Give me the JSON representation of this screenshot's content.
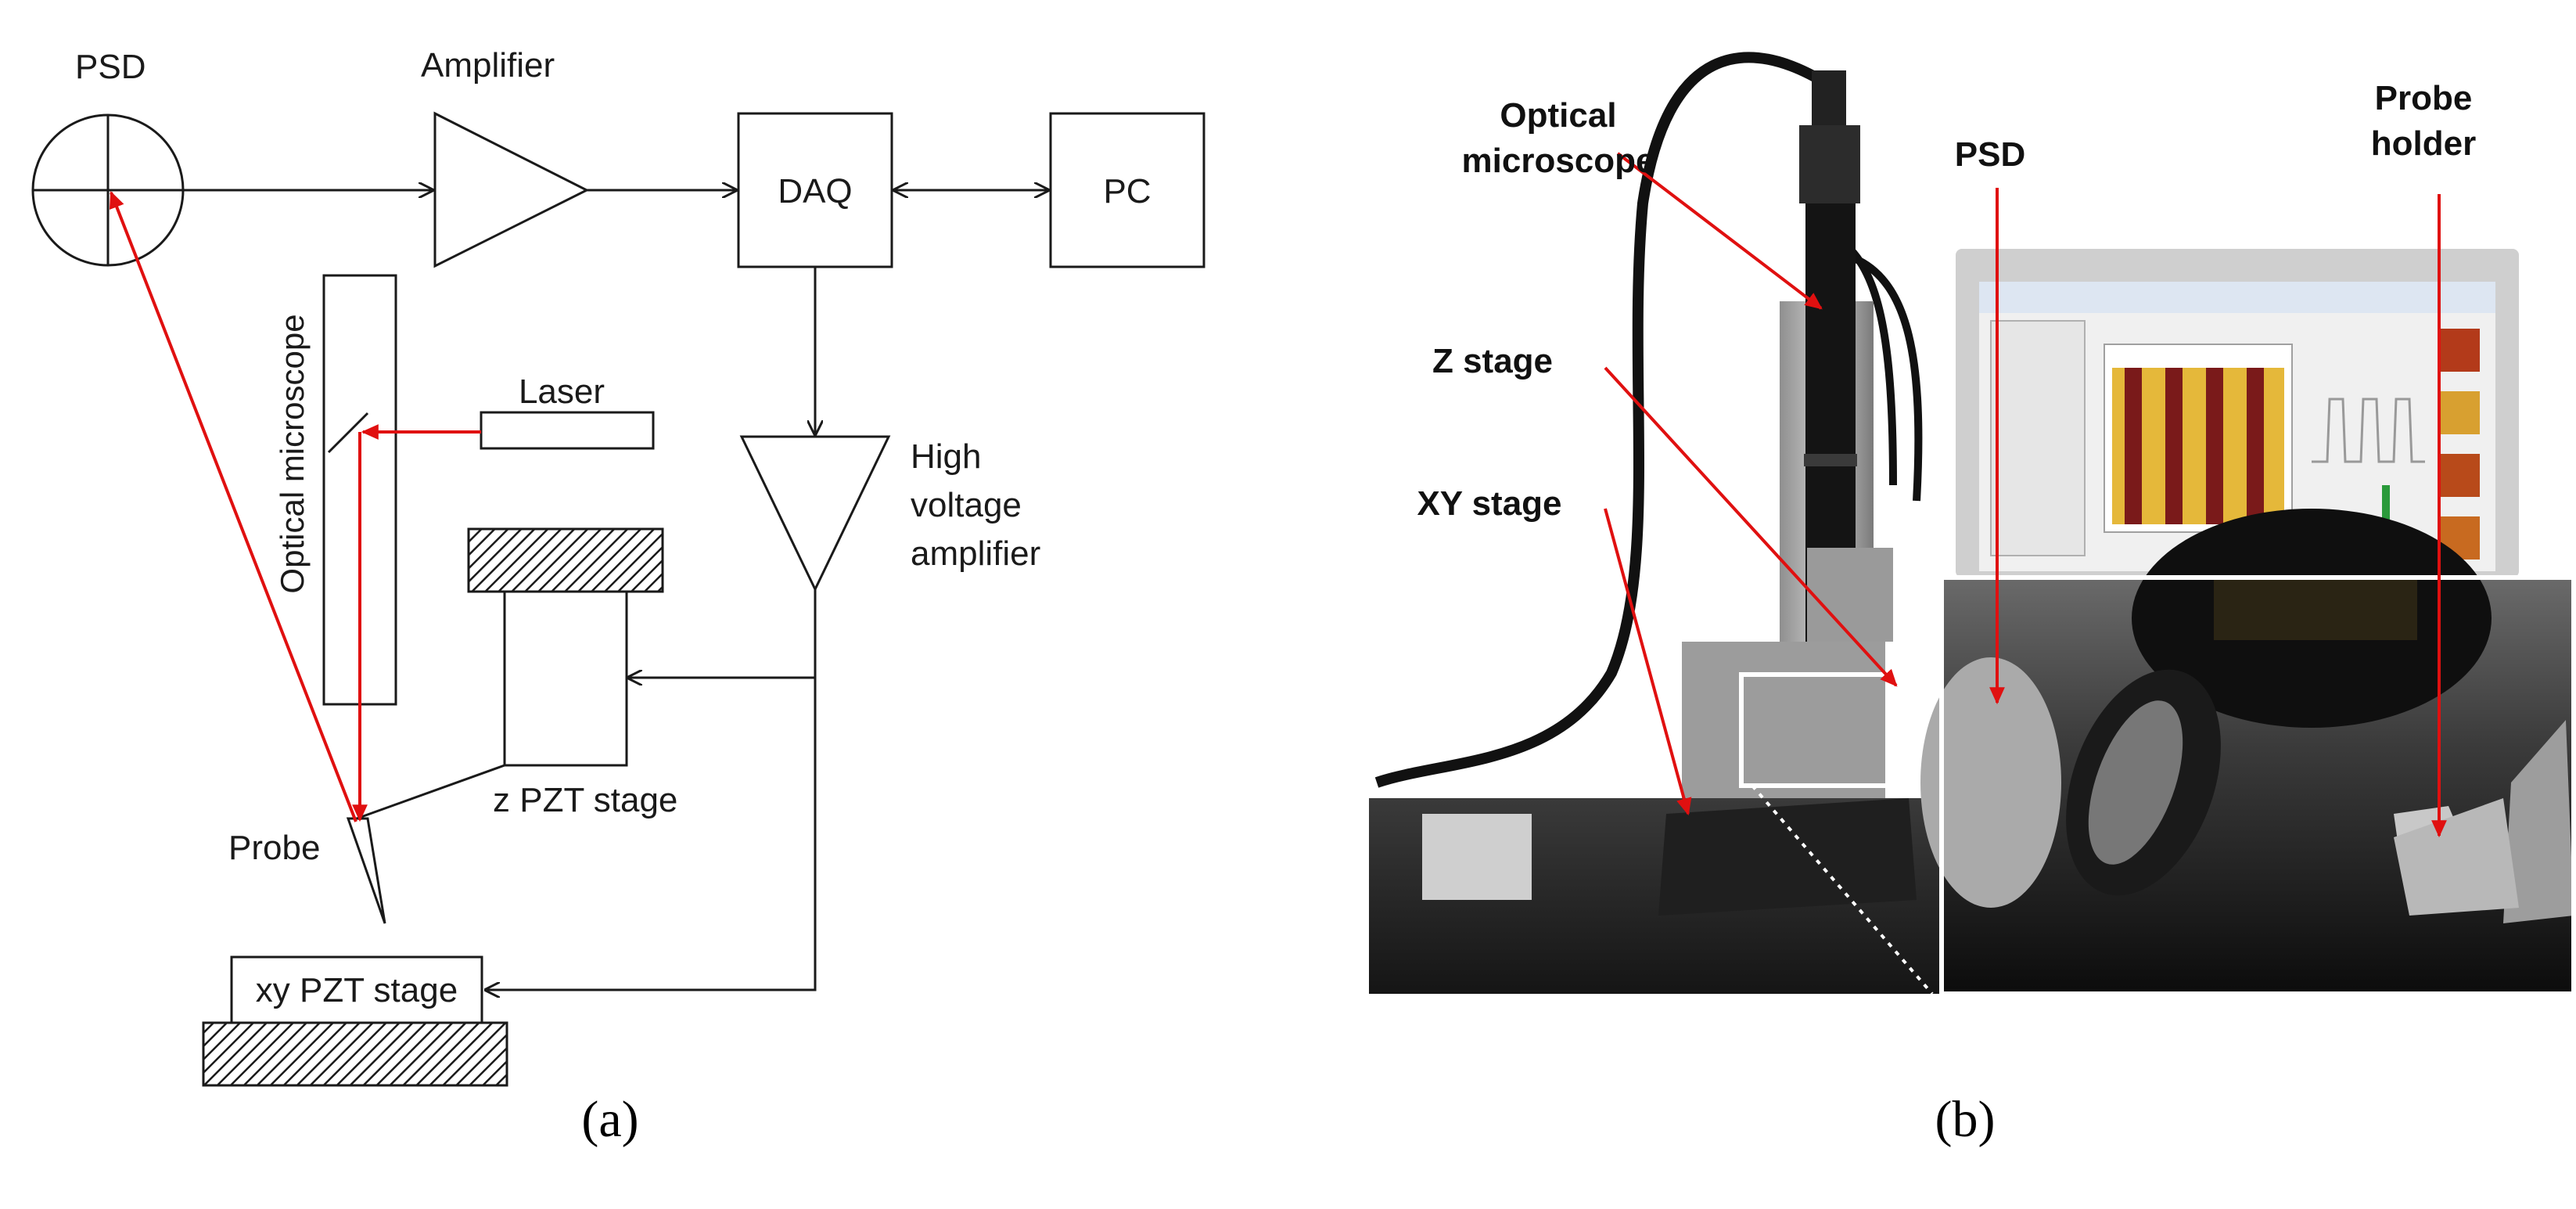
{
  "panel_a": {
    "psd": "PSD",
    "amplifier": "Amplifier",
    "daq": "DAQ",
    "pc": "PC",
    "optical_microscope": "Optical microscope",
    "laser": "Laser",
    "high_voltage_amplifier": [
      "High",
      "voltage",
      "amplifier"
    ],
    "z_pzt_stage": "z PZT stage",
    "probe": "Probe",
    "xy_pzt_stage": "xy PZT stage",
    "caption": "(a)"
  },
  "panel_b": {
    "optical_microscope": [
      "Optical",
      "microscope"
    ],
    "psd": "PSD",
    "probe_holder": [
      "Probe",
      "holder"
    ],
    "z_stage": "Z stage",
    "xy_stage": "XY stage",
    "caption": "(b)"
  },
  "colors": {
    "line": "#1a1a1a",
    "beam": "#e01010",
    "photo_bg": "#1b1b1b",
    "monitor_screen": "#f0f0f0"
  }
}
